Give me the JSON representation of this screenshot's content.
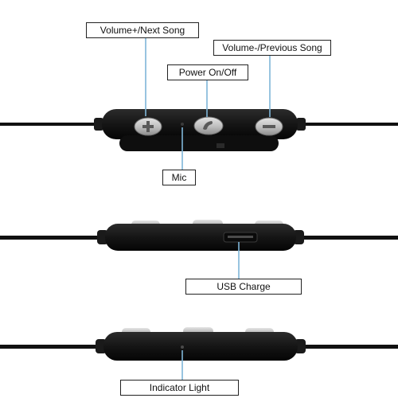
{
  "labels": {
    "volume_plus": "Volume+/Next Song",
    "volume_minus": "Volume-/Previous Song",
    "power": "Power On/Off",
    "mic": "Mic",
    "usb": "USB Charge",
    "indicator": "Indicator Light"
  },
  "colors": {
    "pointer": "#7fb6d8",
    "cable": "#111111",
    "body": "#141414",
    "button": "#c9c9c9"
  },
  "icons": [
    "plus-icon",
    "phone-icon",
    "minus-icon",
    "usb-port-icon"
  ]
}
